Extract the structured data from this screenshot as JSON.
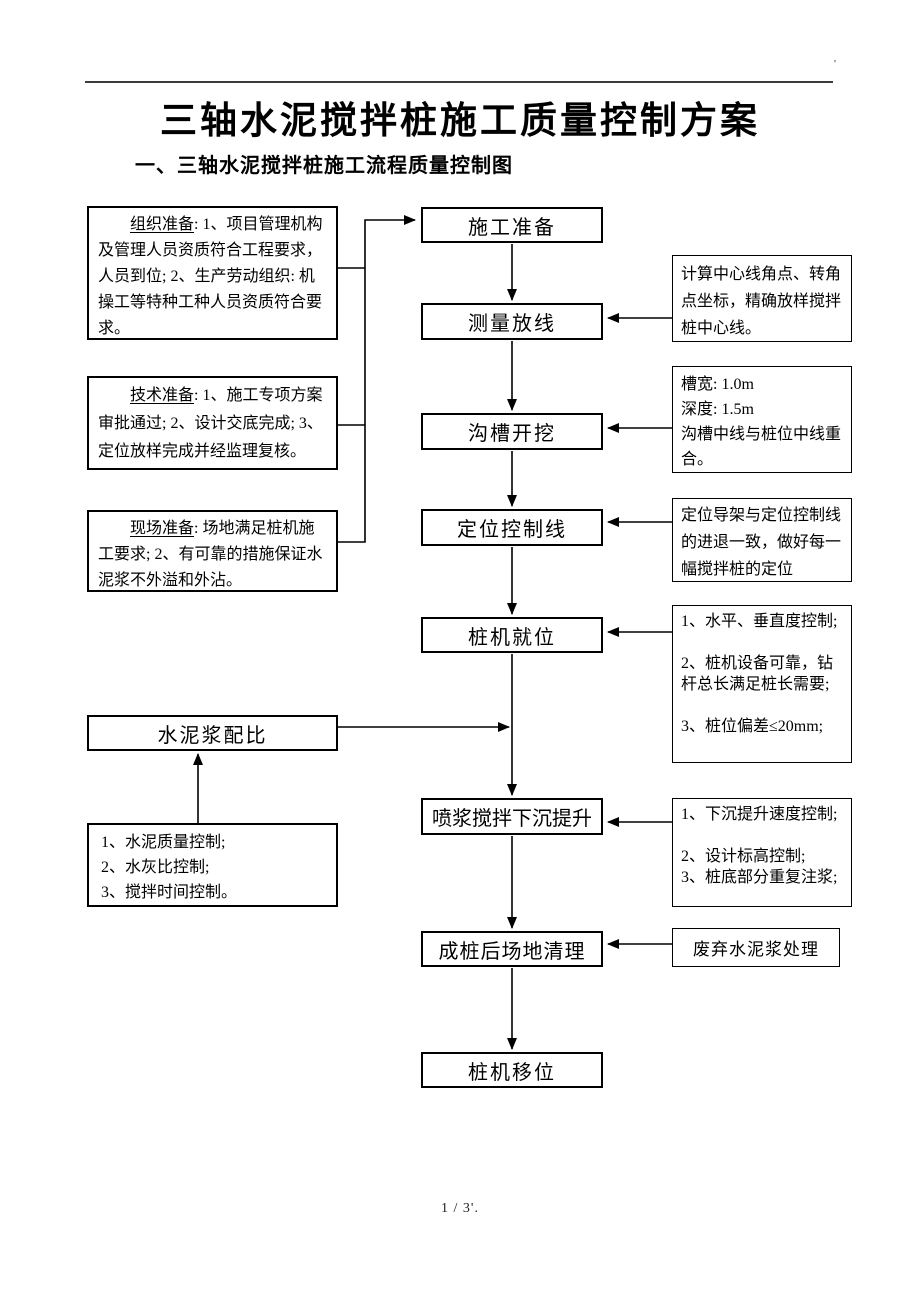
{
  "page": {
    "title": "三轴水泥搅拌桩施工质量控制方案",
    "section_heading": "一、三轴水泥搅拌桩施工流程质量控制图",
    "corner_mark": "'",
    "footer": "1 / 3'."
  },
  "flow_steps": [
    {
      "label": "施工准备"
    },
    {
      "label": "测量放线"
    },
    {
      "label": "沟槽开挖"
    },
    {
      "label": "定位控制线"
    },
    {
      "label": "桩机就位"
    },
    {
      "label": "喷浆搅拌下沉提升"
    },
    {
      "label": "成桩后场地清理"
    },
    {
      "label": "桩机移位"
    }
  ],
  "left_notes": [
    {
      "heading": "组织准备",
      "text": ": 1、项目管理机构及管理人员资质符合工程要求，人员到位; 2、生产劳动组织: 机操工等特种工种人员资质符合要求。"
    },
    {
      "heading": "技术准备",
      "text": ": 1、施工专项方案审批通过; 2、设计交底完成; 3、定位放样完成并经监理复核。"
    },
    {
      "heading": "现场准备",
      "text": ": 场地满足桩机施工要求; 2、有可靠的措施保证水泥浆不外溢和外沾。"
    }
  ],
  "slurry": {
    "label": "水泥浆配比",
    "controls": "1、水泥质量控制;\n2、水灰比控制;\n3、搅拌时间控制。"
  },
  "right_notes": [
    {
      "text": "计算中心线角点、转角点坐标，精确放样搅拌桩中心线。"
    },
    {
      "text": "槽宽: 1.0m\n深度: 1.5m\n沟槽中线与桩位中线重合。"
    },
    {
      "text": "定位导架与定位控制线的进退一致，做好每一幅搅拌桩的定位"
    },
    {
      "text": "1、水平、垂直度控制;\n\n2、桩机设备可靠，钻杆总长满足桩长需要;\n\n3、桩位偏差≤20mm;"
    },
    {
      "text": "1、下沉提升速度控制;\n\n2、设计标高控制;\n3、桩底部分重复注浆;"
    },
    {
      "text": "废弃水泥浆处理"
    }
  ],
  "colors": {
    "ink": "#000000",
    "page_bg": "#ffffff",
    "header_rule": "#3c3c3c"
  }
}
